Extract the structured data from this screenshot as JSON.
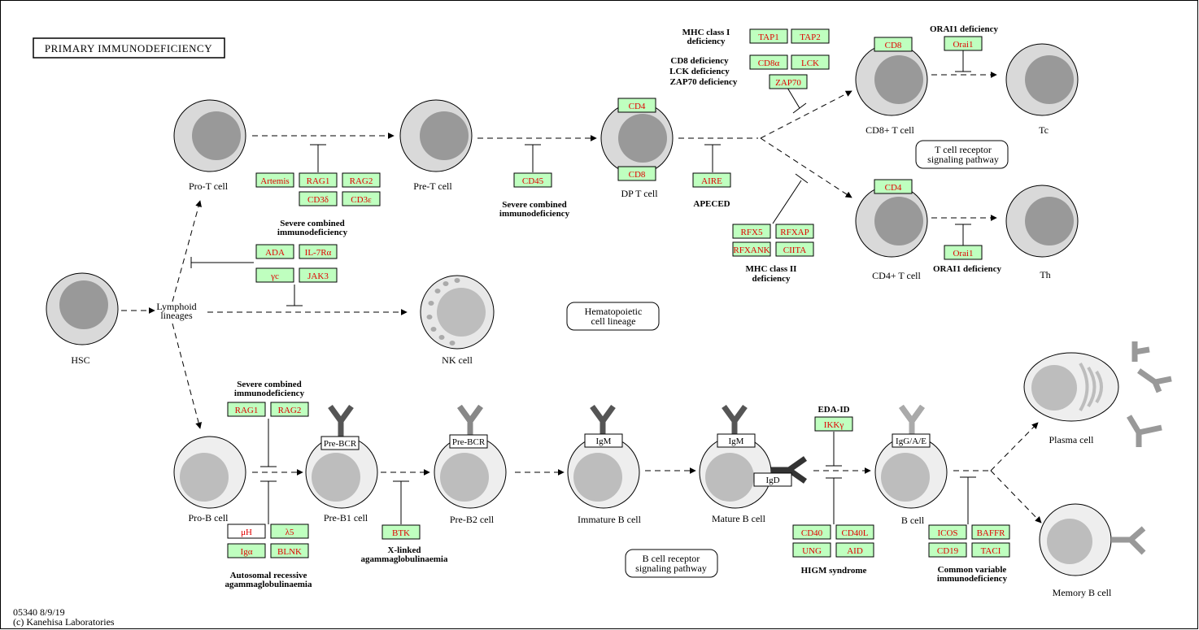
{
  "title": "PRIMARY  IMMUNODEFICIENCY",
  "footer": {
    "line1": "05340 8/9/19",
    "line2": "(c) Kanehisa Laboratories"
  },
  "cells": {
    "hsc": "HSC",
    "lymphoid": [
      "Lymphoid",
      "lineages"
    ],
    "pro_t": "Pro-T cell",
    "pre_t": "Pre-T cell",
    "dp_t": "DP T cell",
    "cd8_t": "CD8+ T cell",
    "tc": "Tc",
    "cd4_t": "CD4+ T cell",
    "th": "Th",
    "nk": "NK cell",
    "pro_b": "Pro-B cell",
    "pre_b1": "Pre-B1 cell",
    "pre_b2": "Pre-B2 cell",
    "immature_b": "Immature B cell",
    "mature_b": "Mature B cell",
    "b_cell": "B cell",
    "plasma": "Plasma cell",
    "memory_b": "Memory B cell"
  },
  "pathways": {
    "tcr": [
      "T cell receptor",
      "signaling pathway"
    ],
    "hematopoietic": [
      "Hematopoietic",
      "cell lineage"
    ],
    "bcr": [
      "B cell receptor",
      "signaling pathway"
    ]
  },
  "diseases": {
    "scid_t": [
      "Severe combined",
      "immunodeficiency"
    ],
    "scid_lymph": [
      "Severe combined",
      "immunodeficiency"
    ],
    "scid_cd45": [
      "Severe combined",
      "immunodeficiency"
    ],
    "apeced": "APECED",
    "mhc1": [
      "MHC class I",
      "deficiency"
    ],
    "cd8def": [
      "CD8 deficiency",
      "LCK deficiency",
      "ZAP70 deficiency"
    ],
    "orai_top": "ORAI1 deficiency",
    "orai_bottom": "ORAI1 deficiency",
    "mhc2": [
      "MHC class II",
      "deficiency"
    ],
    "scid_b": [
      "Severe combined",
      "immunodeficiency"
    ],
    "ar_agamma": [
      "Autosomal recessive",
      "agammaglobulinaemia"
    ],
    "xl_agamma": [
      "X-linked",
      "agammaglobulinaemia"
    ],
    "eda_id": "EDA-ID",
    "higm": "HIGM syndrome",
    "cvid": [
      "Common variable",
      "immunodeficiency"
    ]
  },
  "genes": {
    "artemis": "Artemis",
    "rag1_t": "RAG1",
    "rag2_t": "RAG2",
    "cd3d": "CD3δ",
    "cd3e": "CD3ε",
    "ada": "ADA",
    "il7ra": "IL-7Rα",
    "gc": "γc",
    "jak3": "JAK3",
    "cd45": "CD45",
    "cd4_dp": "CD4",
    "cd8_dp": "CD8",
    "aire": "AIRE",
    "tap1": "TAP1",
    "tap2": "TAP2",
    "cd8a": "CD8α",
    "lck": "LCK",
    "zap70": "ZAP70",
    "cd8_on": "CD8",
    "orai1_top": "Orai1",
    "cd4_on": "CD4",
    "orai1_bot": "Orai1",
    "rfx5": "RFX5",
    "rfxap": "RFXAP",
    "rfxank": "RFXANK",
    "ciita": "CIITA",
    "rag1_b": "RAG1",
    "rag2_b": "RAG2",
    "muh": "μH",
    "l5": "λ5",
    "iga": "Igα",
    "blnk": "BLNK",
    "btk": "BTK",
    "ikkg": "IKKγ",
    "cd40": "CD40",
    "cd40l": "CD40L",
    "ung": "UNG",
    "aid": "AID",
    "icos": "ICOS",
    "baffr": "BAFFR",
    "cd19": "CD19",
    "taci": "TACI"
  },
  "receptors": {
    "prebcr1": "Pre-BCR",
    "prebcr2": "Pre-BCR",
    "igm1": "IgM",
    "igm2": "IgM",
    "igd": "IgD",
    "igg": "IgG/A/E"
  },
  "colors": {
    "gene_fill": "#bfffbf",
    "gene_text": "#e00000",
    "cell_outer": "#d9d9d9",
    "nucleus": "#999999"
  }
}
